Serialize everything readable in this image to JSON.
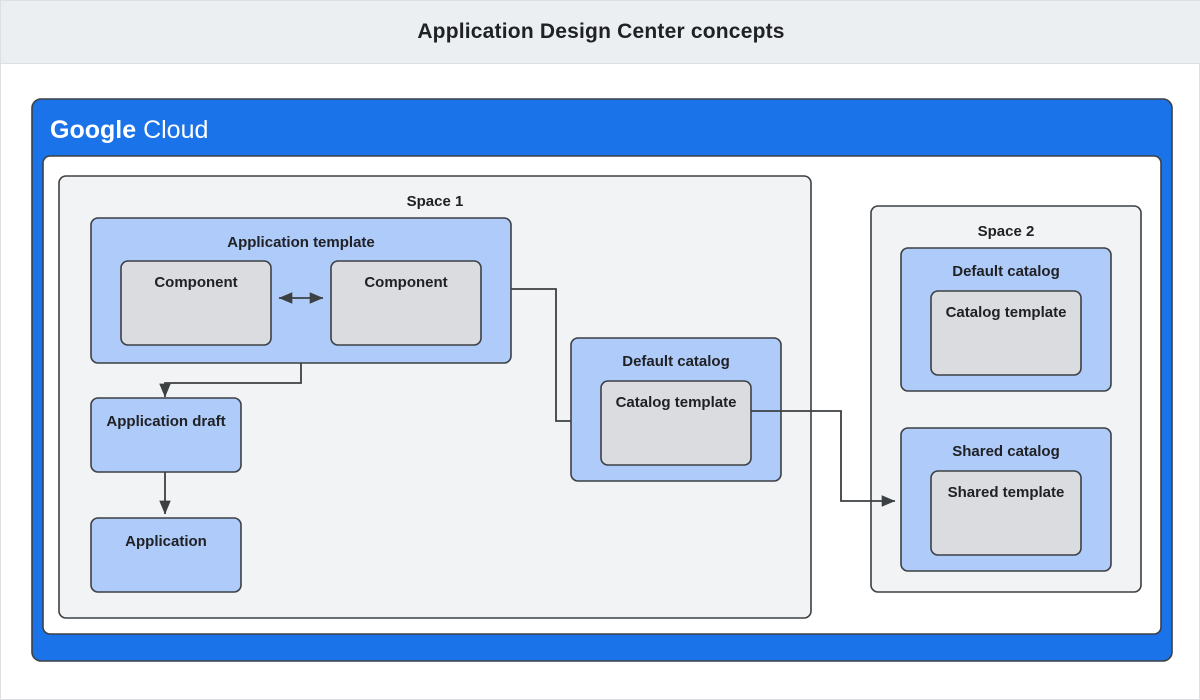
{
  "header": {
    "title": "Application Design Center concepts"
  },
  "brand": {
    "logo_primary": "Google",
    "logo_secondary": "Cloud",
    "banner_color": "#1a73e8"
  },
  "colors": {
    "title_bar_bg": "#eceff1",
    "page_bg": "#ffffff",
    "space_bg": "#f1f3f4",
    "blue_fill": "#aecbfa",
    "grey_fill": "#dadce0",
    "stroke": "#3c4043",
    "text": "#202124"
  },
  "diagram": {
    "spaces": [
      {
        "id": "space-1",
        "label": "Space 1",
        "groups": [
          {
            "id": "application-template",
            "label": "Application template",
            "children": [
              {
                "id": "component-1",
                "label": "Component"
              },
              {
                "id": "component-2",
                "label": "Component"
              }
            ]
          },
          {
            "id": "default-catalog-space-1",
            "label": "Default catalog",
            "children": [
              {
                "id": "catalog-template-space-1",
                "label": "Catalog template"
              }
            ]
          }
        ],
        "nodes": [
          {
            "id": "application-draft",
            "label": "Application draft"
          },
          {
            "id": "application",
            "label": "Application"
          }
        ]
      },
      {
        "id": "space-2",
        "label": "Space 2",
        "groups": [
          {
            "id": "default-catalog-space-2",
            "label": "Default catalog",
            "children": [
              {
                "id": "catalog-template-space-2",
                "label": "Catalog template"
              }
            ]
          },
          {
            "id": "shared-catalog",
            "label": "Shared catalog",
            "children": [
              {
                "id": "shared-template",
                "label": "Shared template"
              }
            ]
          }
        ]
      }
    ],
    "connectors": [
      {
        "id": "component-to-component",
        "from": "component-1",
        "to": "component-2",
        "style": "bidirectional"
      },
      {
        "id": "application-template-to-application-draft",
        "from": "application-template",
        "to": "application-draft",
        "style": "arrow"
      },
      {
        "id": "application-draft-to-application",
        "from": "application-draft",
        "to": "application",
        "style": "arrow"
      },
      {
        "id": "application-template-to-catalog-template",
        "from": "application-template",
        "to": "catalog-template-space-1",
        "style": "arrow"
      },
      {
        "id": "catalog-template-to-shared-catalog",
        "from": "catalog-template-space-1",
        "to": "shared-catalog",
        "style": "arrow"
      }
    ]
  }
}
